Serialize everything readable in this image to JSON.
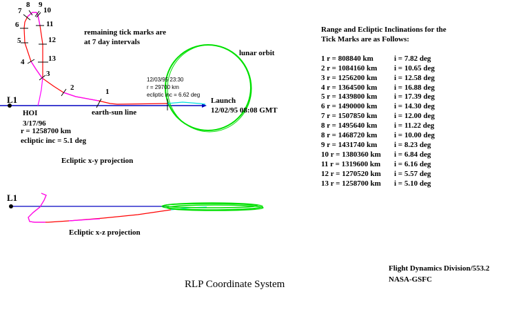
{
  "labels": {
    "l1_top": "L1",
    "l1_bottom": "L1",
    "hoi": "HOI",
    "hoi_date": "3/17/96",
    "hoi_range": "r = 1258700 km",
    "hoi_inc": "ecliptic inc = 5.1 deg",
    "remaining_ticks": "remaining tick marks are",
    "remaining_ticks2": "at 7 day intervals",
    "earth_sun_line": "earth-sun line",
    "lunar_orbit": "lunar orbit",
    "launch": "Launch",
    "launch_time": "12/02/95 08:08 GMT",
    "event_date": "12/03/95 23:30",
    "event_range": "r = 29700 km",
    "event_inc": "ecliptic inc = 6.62 deg",
    "xy_projection": "Ecliptic x-y projection",
    "xz_projection": "Ecliptic x-z projection",
    "org1": "Flight Dynamics Division/553.2",
    "org2": "NASA-GSFC",
    "title": "RLP Coordinate System"
  },
  "tick_labels": [
    "1",
    "2",
    "3",
    "4",
    "5",
    "6",
    "7",
    "8",
    "9",
    "10",
    "11",
    "12",
    "13"
  ],
  "table": {
    "heading1": "Range and Ecliptic Inclinations for the",
    "heading2": "Tick Marks are as Follows:",
    "rows": [
      {
        "r": "1 r = 808840  km",
        "i": "i = 7.82 deg"
      },
      {
        "r": "2 r = 1084160 km",
        "i": "i = 10.65 deg"
      },
      {
        "r": "3 r = 1256200 km",
        "i": "i = 12.58 deg"
      },
      {
        "r": "4 r = 1364500 km",
        "i": "i = 16.88 deg"
      },
      {
        "r": "5 r = 1439800 km",
        "i": "i = 17.39 deg"
      },
      {
        "r": "6 r = 1490000 km",
        "i": "i = 14.30 deg"
      },
      {
        "r": "7 r = 1507850 km",
        "i": "i = 12.00 deg"
      },
      {
        "r": "8 r = 1495640 km",
        "i": "i = 11.22 deg"
      },
      {
        "r": "8 r = 1468720 km",
        "i": "i = 10.00 deg"
      },
      {
        "r": "9 r = 1431740 km",
        "i": "i = 8.23 deg"
      },
      {
        "r": "10 r = 1380360 km",
        "i": "i = 6.84 deg"
      },
      {
        "r": "11 r = 1319600 km",
        "i": "i = 6.16 deg"
      },
      {
        "r": "12 r = 1270520 km",
        "i": "i = 5.57 deg"
      },
      {
        "r": "13 r = 1258700 km",
        "i": "i = 5.10 deg"
      }
    ]
  },
  "colors": {
    "line": "#0000c0",
    "red": "#ff0000",
    "magenta": "#ff00ff",
    "green": "#00e000",
    "cyan": "#00e0e0"
  }
}
